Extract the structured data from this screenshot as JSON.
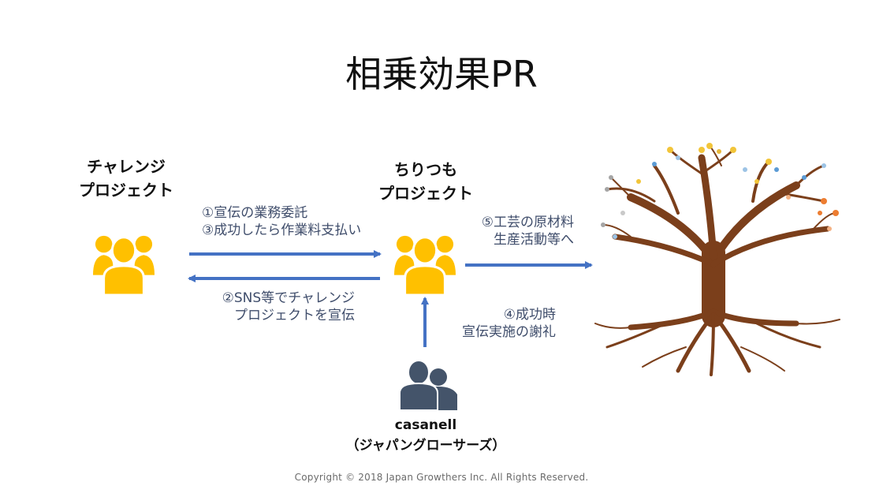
{
  "title": "相乗効果PR",
  "nodes": {
    "challenge": {
      "line1": "チャレンジ",
      "line2": "プロジェクト",
      "icon": "group-icon"
    },
    "chiritsumo": {
      "line1": "ちりつも",
      "line2": "プロジェクト",
      "icon": "group-icon"
    },
    "casanell": {
      "line1": "casanell",
      "line2": "（ジャパングローサーズ）",
      "icon": "people-icon"
    },
    "tree": {
      "icon": "tree-icon"
    }
  },
  "edges": {
    "to_challenge_a": {
      "line1": "①宣伝の業務委託",
      "line2": "③成功したら作業料支払い"
    },
    "to_chiritsumo_b": {
      "line1": "②SNS等でチャレンジ",
      "line2": "プロジェクトを宣伝"
    },
    "to_tree": {
      "line1": "⑤工芸の原材料",
      "line2": "生産活動等へ"
    },
    "from_casanell": {
      "line1": "④成功時",
      "line2": "宣伝実施の謝礼"
    }
  },
  "colors": {
    "arrow": "#4472c4",
    "group_icon": "#ffc000",
    "people_icon": "#44546a",
    "tree_trunk": "#7b3f1b",
    "edge_text": "#3f4d6b"
  },
  "copyright": "Copyright © 2018 Japan Growthers Inc. All Rights Reserved."
}
